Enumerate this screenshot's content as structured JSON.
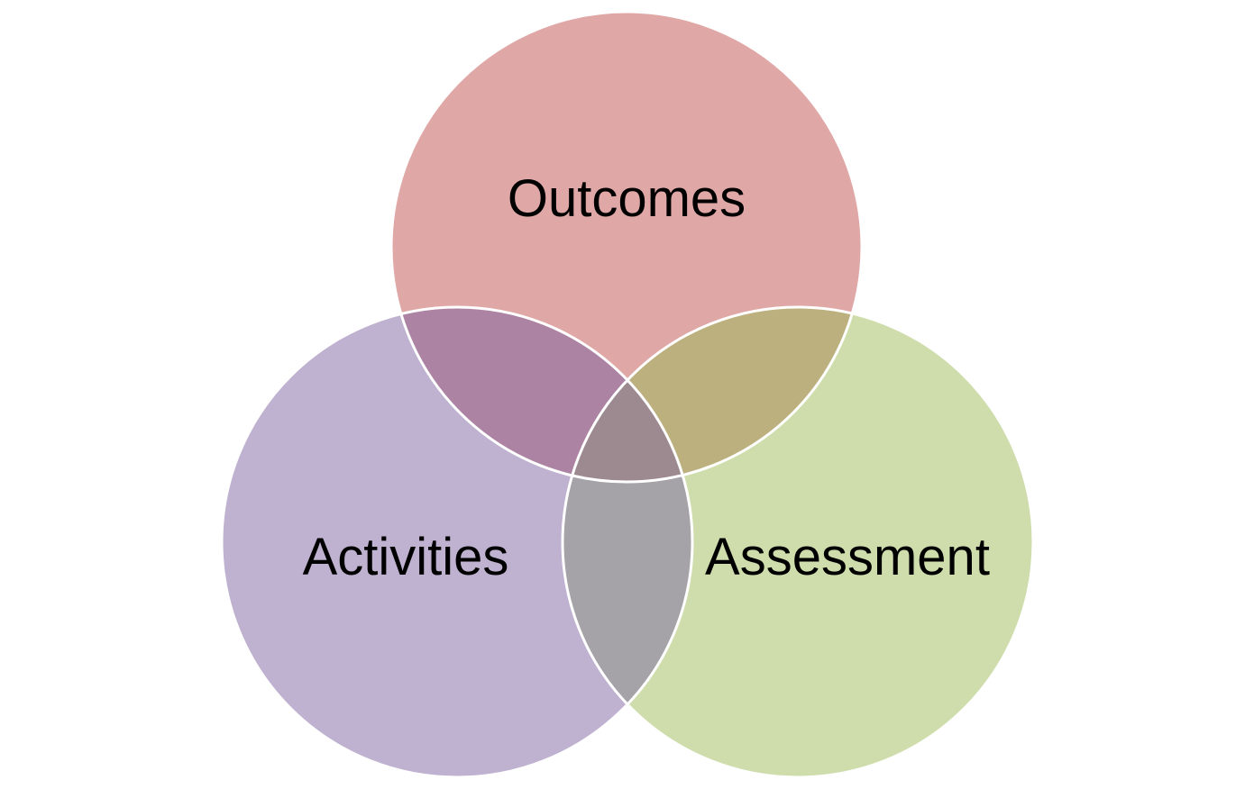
{
  "diagram": {
    "type": "venn",
    "sets": [
      {
        "id": "outcomes",
        "label": "Outcomes",
        "color": "#E0A7A7"
      },
      {
        "id": "activities",
        "label": "Activities",
        "color": "#BFB1D0"
      },
      {
        "id": "assessment",
        "label": "Assessment",
        "color": "#CEDDAB"
      }
    ],
    "overlap_colors": {
      "outcomes_activities": "#AC83A2",
      "outcomes_assessment": "#BCB07F",
      "activities_assessment": "#A5A2A8",
      "all_three": "#9C8A90"
    },
    "outline_color": "#FFFFFF"
  }
}
